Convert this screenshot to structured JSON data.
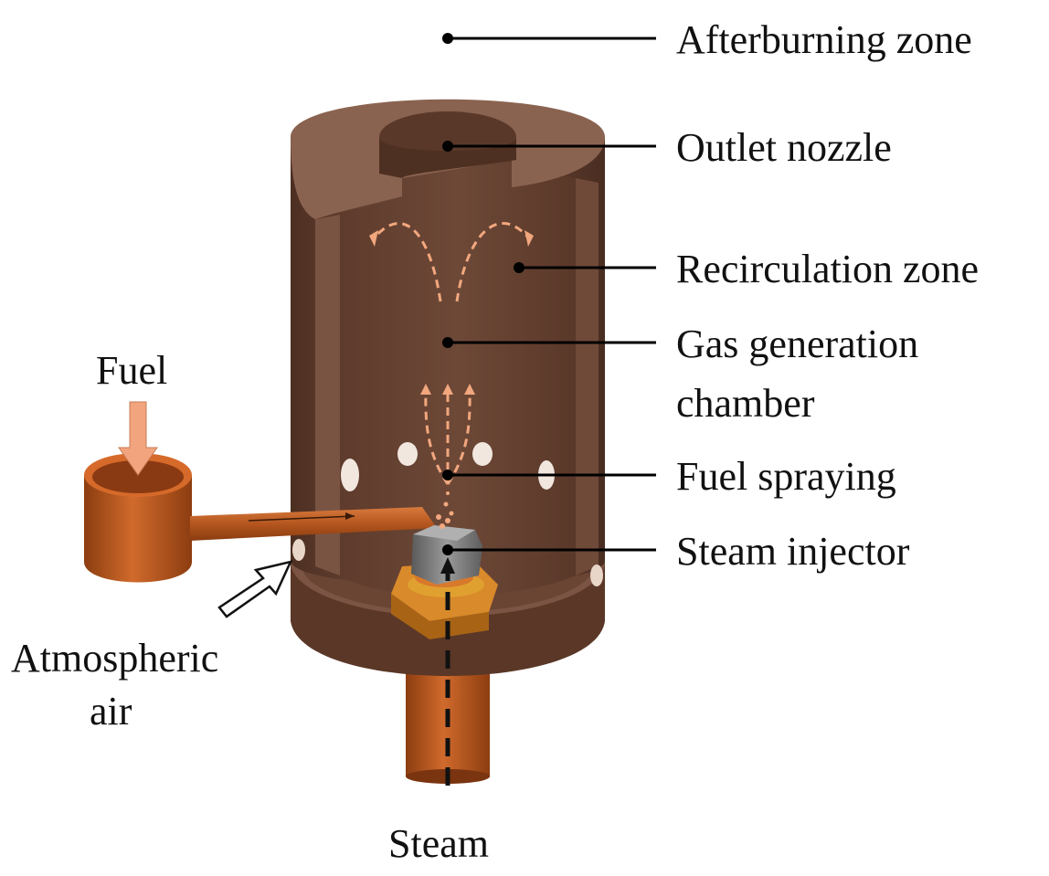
{
  "labels": {
    "afterburning_zone": "Afterburning zone",
    "outlet_nozzle": "Outlet nozzle",
    "recirculation_zone": "Recirculation zone",
    "gas_generation_line1": "Gas generation",
    "gas_generation_line2": "chamber",
    "fuel_spraying": "Fuel spraying",
    "steam_injector": "Steam injector",
    "fuel": "Fuel",
    "atmospheric_air_line1": "Atmospheric",
    "atmospheric_air_line2": "air",
    "steam": "Steam"
  },
  "colors": {
    "body_dark": "#5c3a2c",
    "body_mid": "#76503f",
    "body_top": "#8a6350",
    "copper": "#b4561e",
    "copper_light": "#d9743a",
    "flow_dash": "#f2a77e",
    "injector_gray": "#7a7a7a",
    "nut_orange": "#e08a2a",
    "leader": "#000000"
  }
}
